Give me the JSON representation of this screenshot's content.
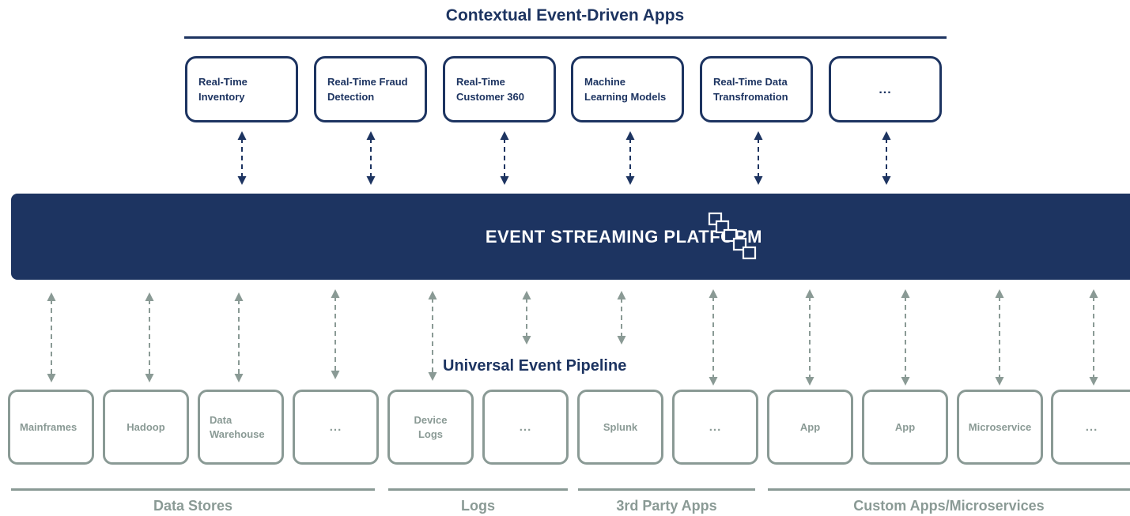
{
  "header": {
    "title": "Contextual Event-Driven Apps"
  },
  "apps": [
    {
      "label": "Real-Time\nInventory"
    },
    {
      "label": "Real-Time Fraud\nDetection"
    },
    {
      "label": "Real-Time\nCustomer 360"
    },
    {
      "label": "Machine\nLearning Models"
    },
    {
      "label": "Real-Time Data\nTransfromation"
    },
    {
      "label": "..."
    }
  ],
  "platform": {
    "title": "EVENT STREAMING PLATFORM",
    "icon": "stacked-squares-icon"
  },
  "pipeline": {
    "title": "Universal Event Pipeline"
  },
  "sources": [
    {
      "label": "Mainframes"
    },
    {
      "label": "Hadoop"
    },
    {
      "label": "Data\nWarehouse"
    },
    {
      "label": "..."
    },
    {
      "label": "Device\nLogs"
    },
    {
      "label": "..."
    },
    {
      "label": "Splunk"
    },
    {
      "label": "..."
    },
    {
      "label": "App"
    },
    {
      "label": "App"
    },
    {
      "label": "Microservice"
    },
    {
      "label": "..."
    }
  ],
  "groups": [
    {
      "label": "Data Stores"
    },
    {
      "label": "Logs"
    },
    {
      "label": "3rd Party Apps"
    },
    {
      "label": "Custom Apps/Microservices"
    }
  ],
  "colors": {
    "navy": "#1d3461",
    "gray": "#8a9a95",
    "white": "#ffffff"
  }
}
